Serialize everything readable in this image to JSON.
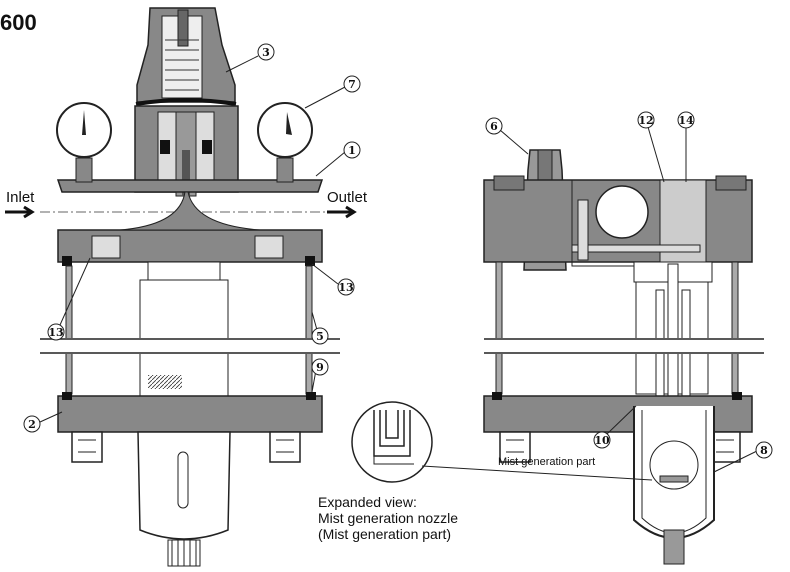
{
  "title": "600",
  "flow": {
    "inlet": "Inlet",
    "outlet": "Outlet"
  },
  "callouts": {
    "c1": "1",
    "c2": "2",
    "c3": "3",
    "c5": "5",
    "c6": "6",
    "c7": "7",
    "c8": "8",
    "c9": "9",
    "c10": "10",
    "c12": "12",
    "c13a": "13",
    "c13b": "13",
    "c14": "14"
  },
  "mist_label": "Mist generation part",
  "caption": {
    "line1": "Expanded view:",
    "line2": "Mist generation nozzle",
    "line3": "(Mist generation part)"
  }
}
